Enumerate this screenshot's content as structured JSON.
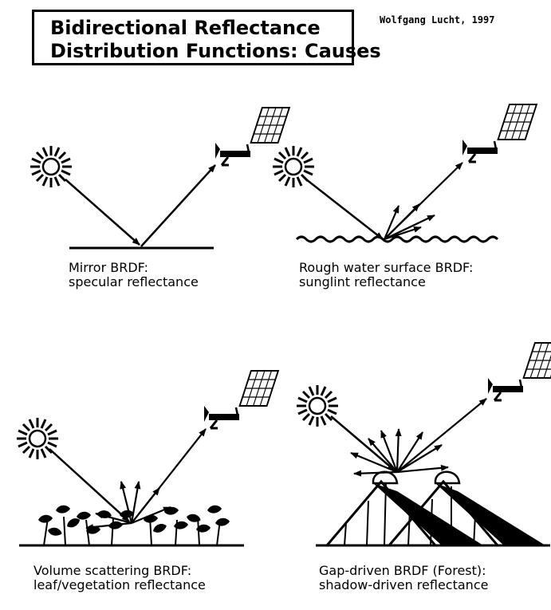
{
  "title": {
    "line1": "Bidirectional Reflectance",
    "line2": "Distribution Functions: Causes"
  },
  "credit": "Wolfgang Lucht, 1997",
  "panels": [
    {
      "caption_line1": "Mirror BRDF:",
      "caption_line2": "specular reflectance"
    },
    {
      "caption_line1": "Rough water surface BRDF:",
      "caption_line2": "sunglint reflectance"
    },
    {
      "caption_line1": "Volume scattering BRDF:",
      "caption_line2": "leaf/vegetation reflectance"
    },
    {
      "caption_line1": "Gap-driven BRDF (Forest):",
      "caption_line2": "shadow-driven reflectance"
    }
  ],
  "colors": {
    "ink": "#000000",
    "paper": "#ffffff"
  },
  "icons": [
    "sun-icon",
    "satellite-icon"
  ]
}
